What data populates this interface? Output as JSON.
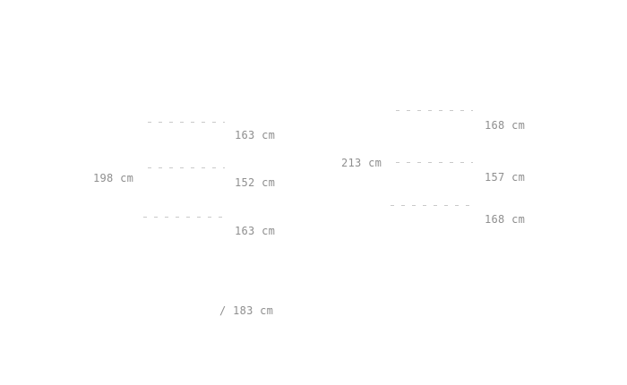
{
  "measurements": {
    "left_group_total": "198 cm",
    "left_rows": [
      "163 cm",
      "152 cm",
      "163 cm"
    ],
    "right_group_total": "213 cm",
    "right_rows": [
      "168 cm",
      "157 cm",
      "168 cm"
    ],
    "footer": "/ 183 cm"
  },
  "colors": {
    "text": "#8f8f8f",
    "dash": "#c9c9c9",
    "background": "#ffffff"
  }
}
